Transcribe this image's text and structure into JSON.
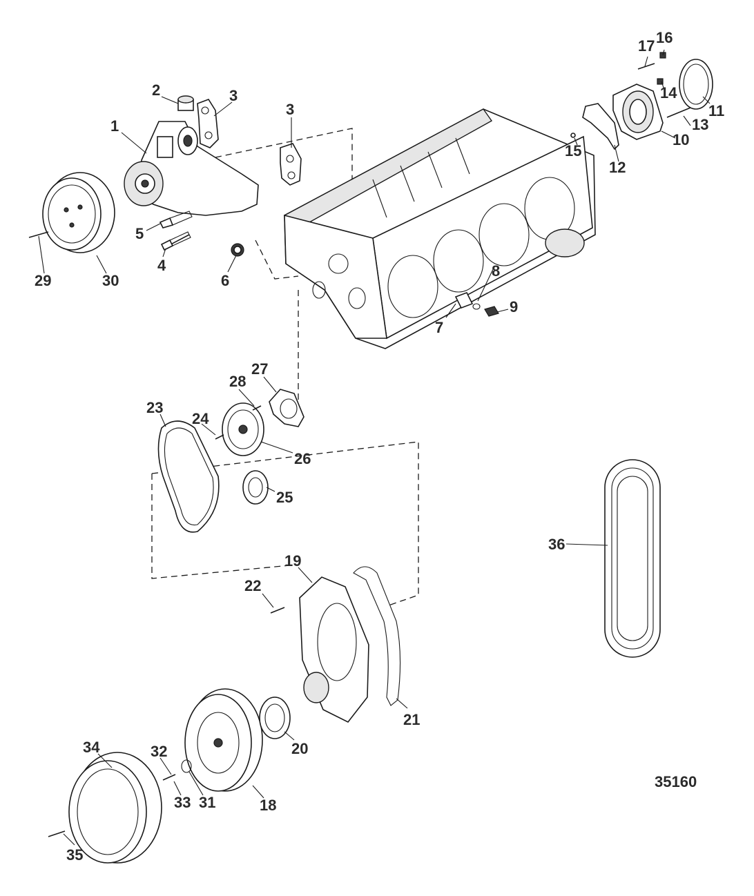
{
  "diagram": {
    "figure_number": "35160",
    "callouts": [
      {
        "id": "c1",
        "label": "1"
      },
      {
        "id": "c2",
        "label": "2"
      },
      {
        "id": "c3a",
        "label": "3"
      },
      {
        "id": "c3b",
        "label": "3"
      },
      {
        "id": "c4",
        "label": "4"
      },
      {
        "id": "c5",
        "label": "5"
      },
      {
        "id": "c6",
        "label": "6"
      },
      {
        "id": "c7",
        "label": "7"
      },
      {
        "id": "c8",
        "label": "8"
      },
      {
        "id": "c9",
        "label": "9"
      },
      {
        "id": "c10",
        "label": "10"
      },
      {
        "id": "c11",
        "label": "11"
      },
      {
        "id": "c12",
        "label": "12"
      },
      {
        "id": "c13",
        "label": "13"
      },
      {
        "id": "c14",
        "label": "14"
      },
      {
        "id": "c15",
        "label": "15"
      },
      {
        "id": "c16",
        "label": "16"
      },
      {
        "id": "c17",
        "label": "17"
      },
      {
        "id": "c18",
        "label": "18"
      },
      {
        "id": "c19",
        "label": "19"
      },
      {
        "id": "c20",
        "label": "20"
      },
      {
        "id": "c21",
        "label": "21"
      },
      {
        "id": "c22",
        "label": "22"
      },
      {
        "id": "c23",
        "label": "23"
      },
      {
        "id": "c24",
        "label": "24"
      },
      {
        "id": "c25",
        "label": "25"
      },
      {
        "id": "c26",
        "label": "26"
      },
      {
        "id": "c27",
        "label": "27"
      },
      {
        "id": "c28",
        "label": "28"
      },
      {
        "id": "c29",
        "label": "29"
      },
      {
        "id": "c30",
        "label": "30"
      },
      {
        "id": "c31",
        "label": "31"
      },
      {
        "id": "c32",
        "label": "32"
      },
      {
        "id": "c33",
        "label": "33"
      },
      {
        "id": "c34",
        "label": "34"
      },
      {
        "id": "c35",
        "label": "35"
      },
      {
        "id": "c36",
        "label": "36"
      }
    ]
  }
}
